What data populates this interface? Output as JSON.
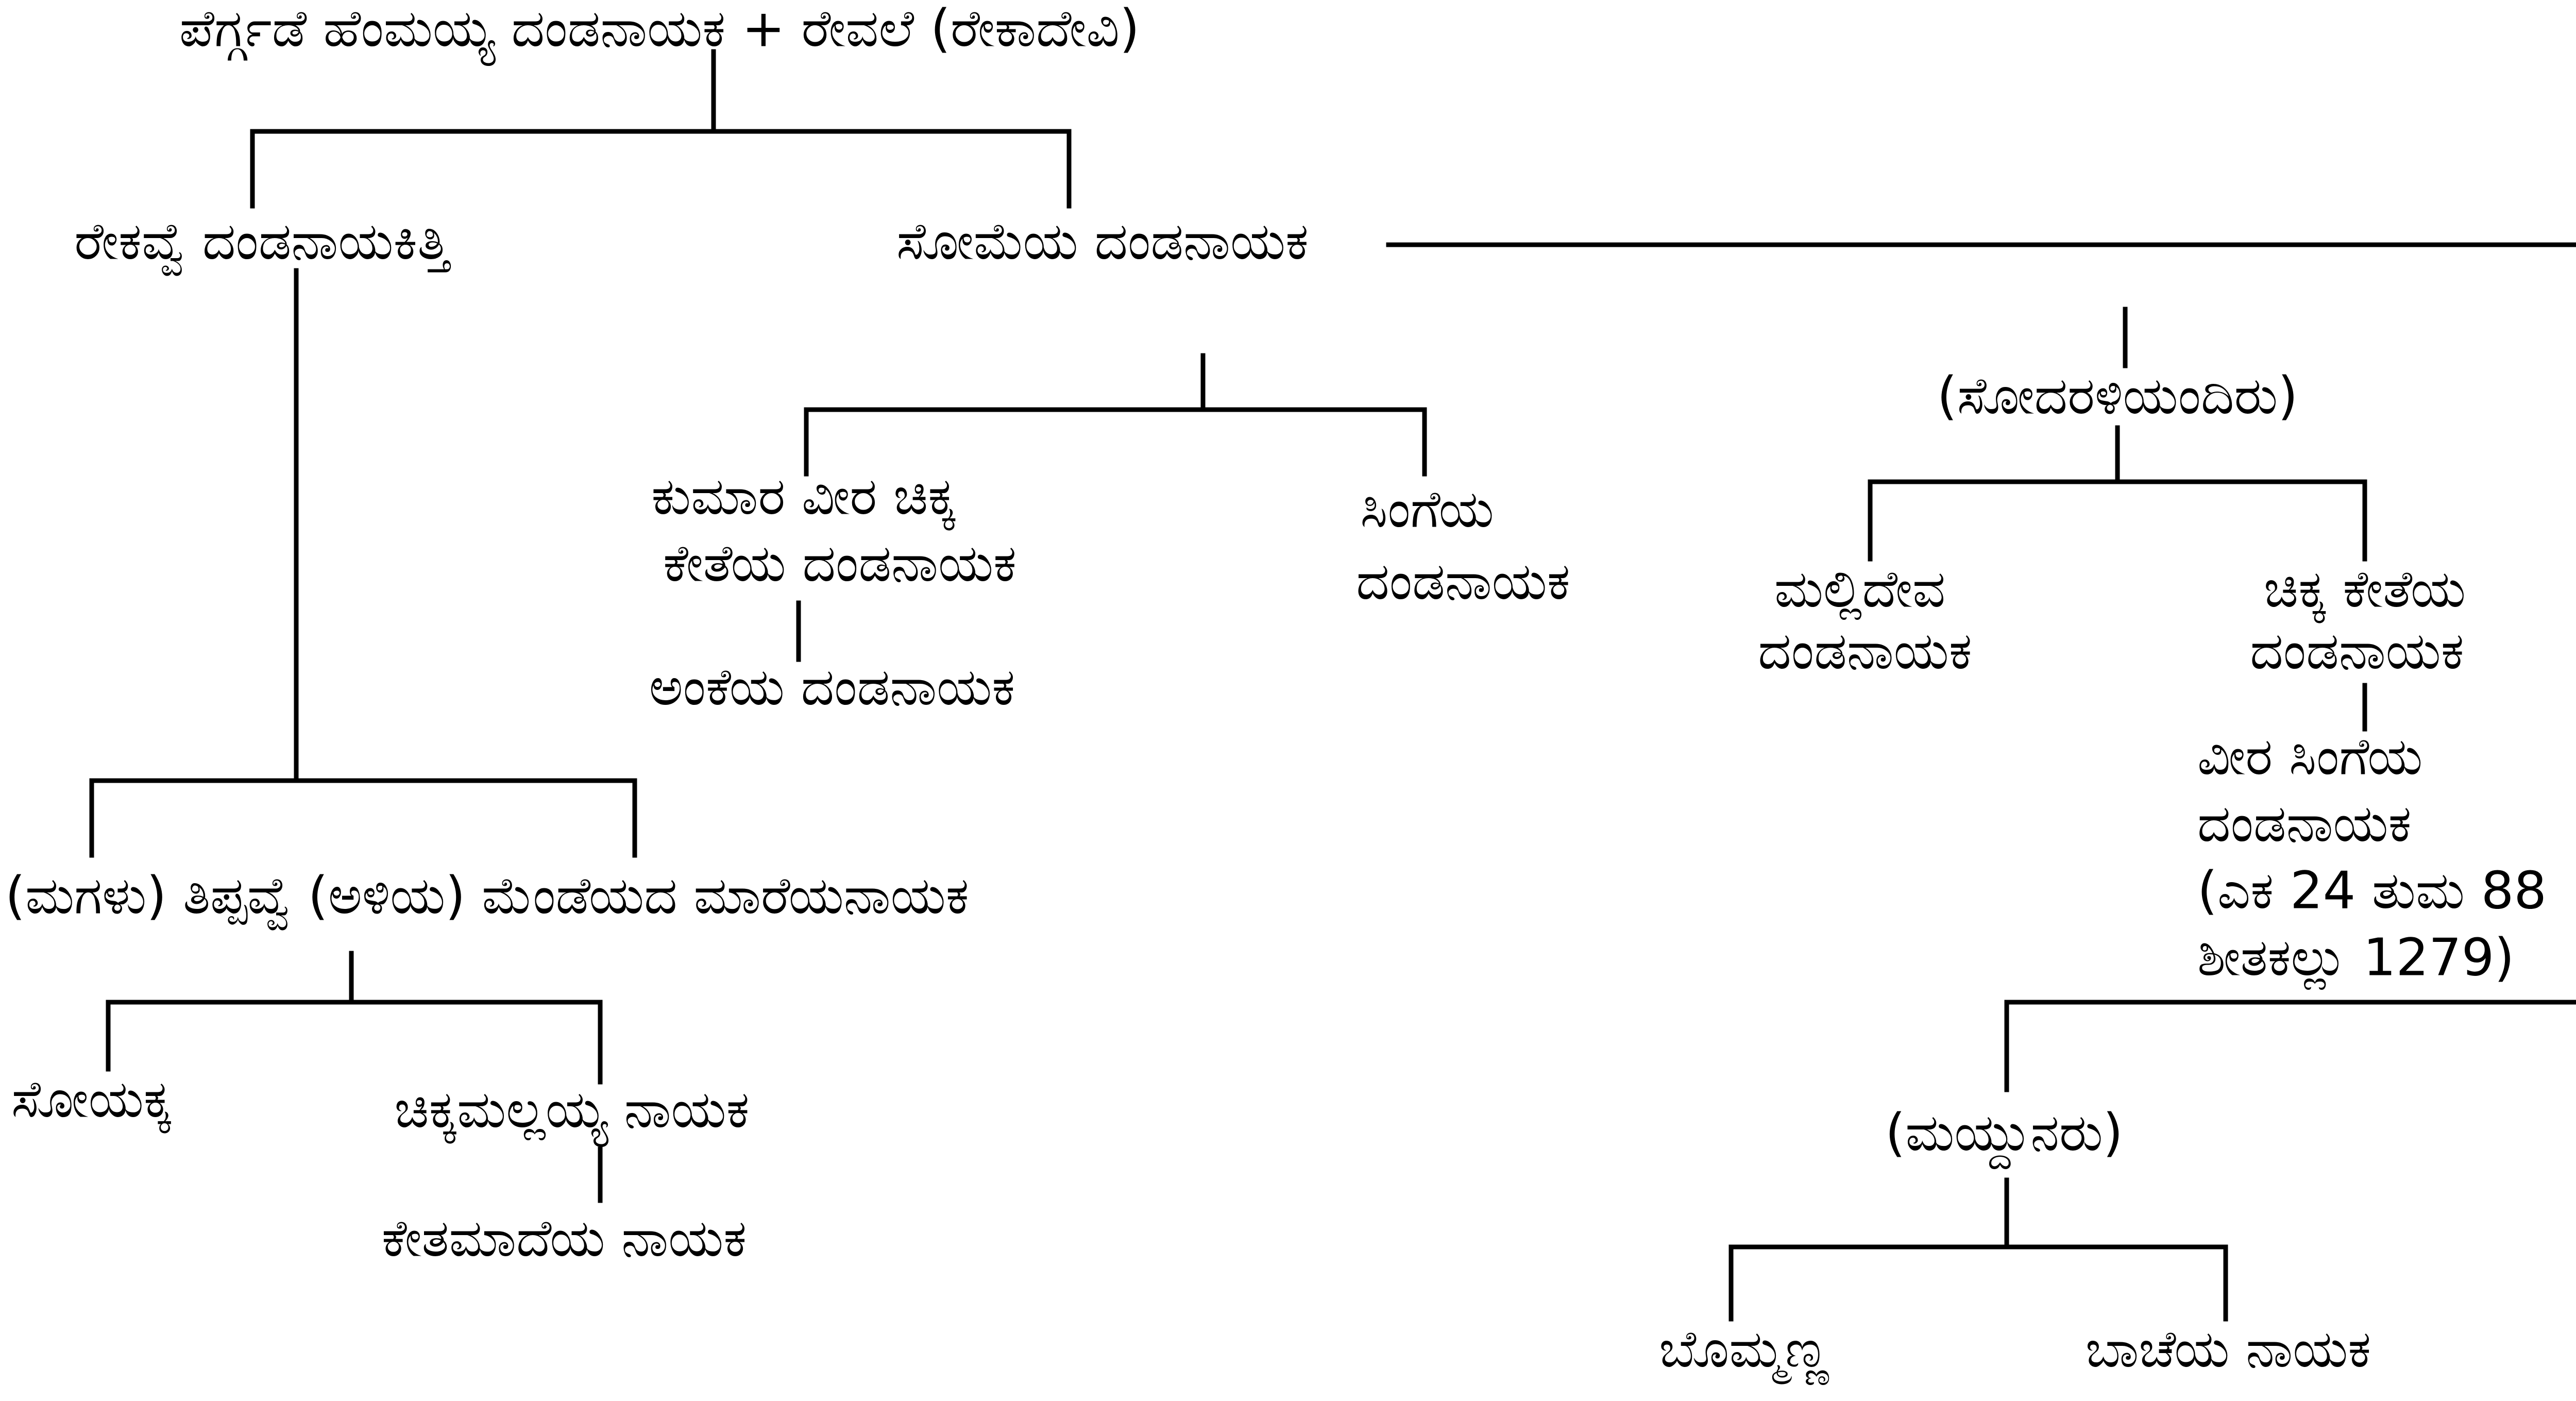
{
  "nodes": {
    "root": "ಪೆರ್ಗ್ಗಡೆ ಹೆಂಮಯ್ಯ ದಂಡನಾಯಕ + ರೇವಲೆ (ರೇಕಾದೇವಿ)",
    "rekavve": "ರೇಕವ್ವೆ ದಂಡನಾಯಕಿತ್ತಿ",
    "someya": "ಸೋಮೆಯ ದಂಡನಾಯಕ",
    "kumara_line1": "ಕುಮಾರ ವೀರ ಚಿಕ್ಕ",
    "kumara_line2": "ಕೇತೆಯ ದಂಡನಾಯಕ",
    "ankeya": "ಅಂಕೆಯ ದಂಡನಾಯಕ",
    "singeya_line1": "ಸಿಂಗೆಯ",
    "singeya_line2": "ದಂಡನಾಯಕ",
    "sodara": "(ಸೋದರಳಿಯಂದಿರು)",
    "malli_line1": "ಮಲ್ಲಿದೇವ",
    "malli_line2": "ದಂಡನಾಯಕ",
    "chikka_line1": "ಚಿಕ್ಕ ಕೇತೆಯ",
    "chikka_line2": "ದಂಡನಾಯಕ",
    "veera_line1": "ವೀರ ಸಿಂಗೆಯ",
    "veera_line2": "ದಂಡನಾಯಕ",
    "veera_line3": "(ಎಕ 24 ತುಮ 88",
    "veera_line4": "ಶೀತಕಲ್ಲು 1279)",
    "tippavve": "(ಮಗಳು) ತಿಪ್ಪವ್ವೆ  (ಅಳಿಯ) ಮೆಂಡೆಯದ ಮಾರೆಯನಾಯಕ",
    "soyakka": "ಸೋಯಕ್ಕ",
    "chikkamalla": "ಚಿಕ್ಕಮಲ್ಲಯ್ಯ ನಾಯಕ",
    "ketamadeya": "ಕೇತಮಾದೆಯ ನಾಯಕ",
    "maiduna": "(ಮಯ್ದುನರು)",
    "bommanna": "ಬೊಮ್ಮಣ್ಣ",
    "bacheya": "ಬಾಚೆಯ ನಾಯಕ"
  }
}
